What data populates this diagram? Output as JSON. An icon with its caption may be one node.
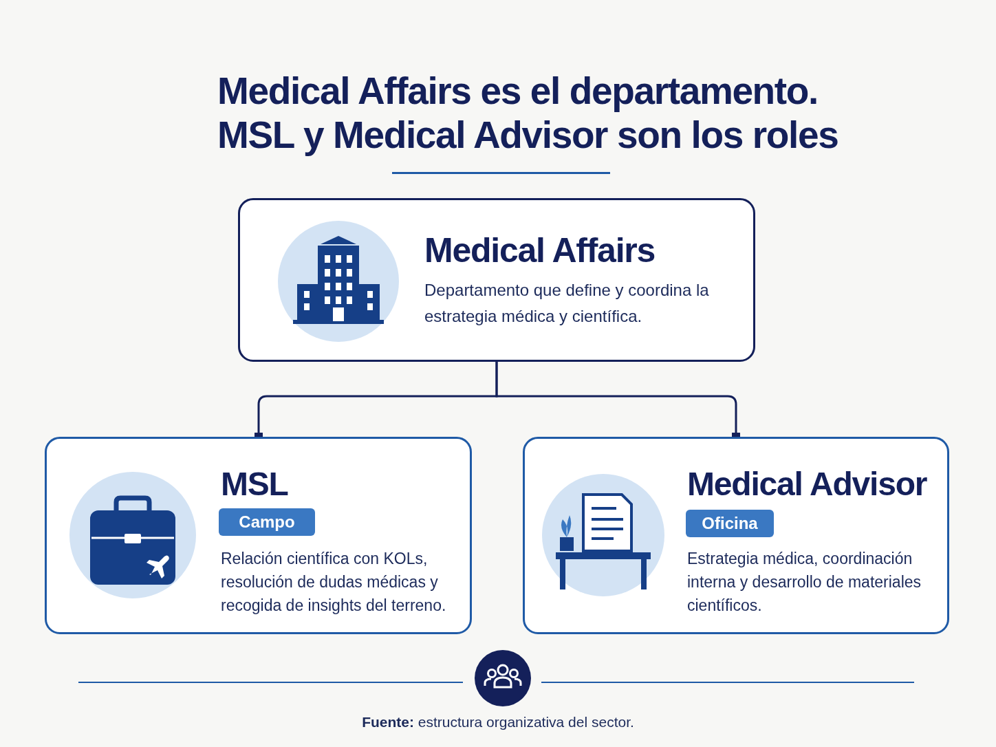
{
  "diagram": {
    "title": "Medical Affairs es el departamento. MSL y Medical Advisor son los roles",
    "caption": "**Fuente:** estructura organizativa del sector.",
    "nodes": [
      {
        "text": [
          "Medical Affairs",
          "Departamento que define y coordina la estrategia médica y científica."
        ]
      },
      {
        "text": [
          "MSL",
          "Relación científica con KOLs, resolución de dudas médicas y recogida de insights del terreno."
        ]
      },
      {
        "text": [
          "Campo"
        ],
        "in": 1
      },
      {
        "text": [
          "Medical Advisor",
          "Estrategia médica, coordinación interna y desarrollo de materiales científicos."
        ]
      },
      {
        "text": [
          "Oficina"
        ],
        "in": 3
      }
    ],
    "edges": [
      {
        "from": 0,
        "to": 1,
        "arrow": "other"
      },
      {
        "from": 0,
        "to": 3,
        "arrow": "other"
      }
    ]
  }
}
